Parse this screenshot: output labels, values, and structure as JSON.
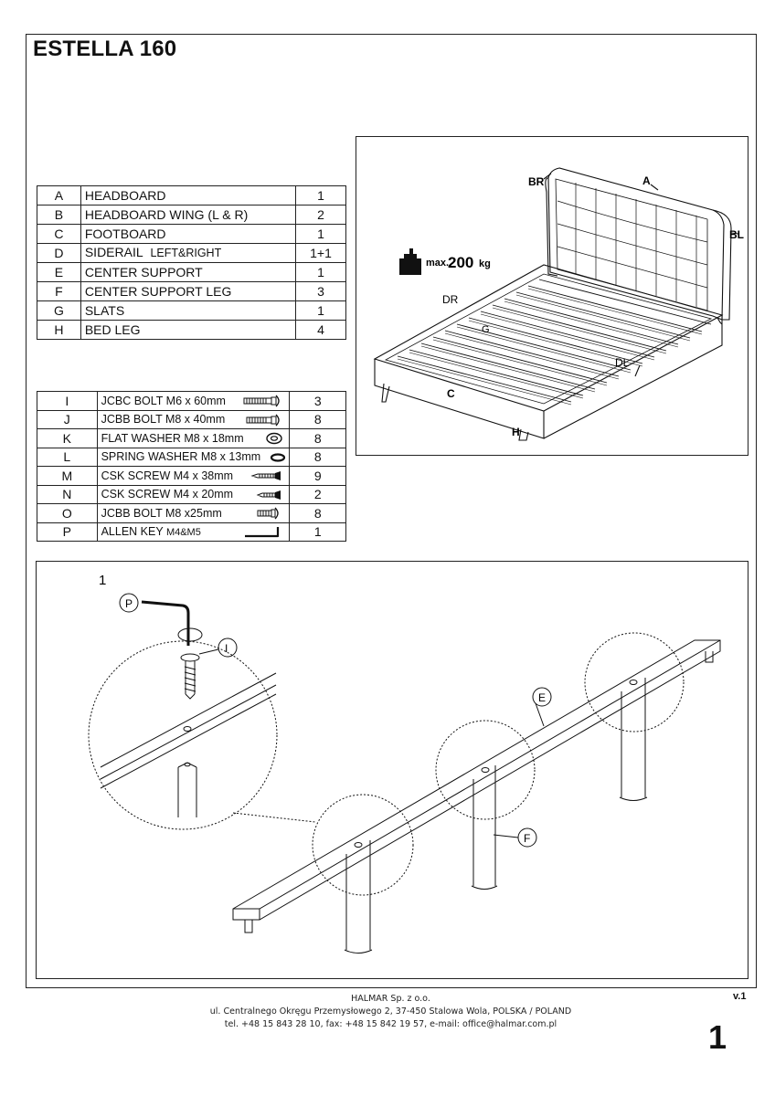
{
  "title": "ESTELLA 160",
  "parts": [
    {
      "code": "A",
      "name": "HEADBOARD",
      "qty": "1"
    },
    {
      "code": "B",
      "name": "HEADBOARD WING (L & R)",
      "qty": "2"
    },
    {
      "code": "C",
      "name": "FOOTBOARD",
      "qty": "1"
    },
    {
      "code": "D",
      "name": "SIDERAIL",
      "name_note": "LEFT&RIGHT",
      "qty": "1+1"
    },
    {
      "code": "E",
      "name": "CENTER SUPPORT",
      "qty": "1"
    },
    {
      "code": "F",
      "name": "CENTER SUPPORT LEG",
      "qty": "3"
    },
    {
      "code": "G",
      "name": "SLATS",
      "qty": "1"
    },
    {
      "code": "H",
      "name": "BED LEG",
      "qty": "4"
    }
  ],
  "hardware": [
    {
      "code": "I",
      "name": "JCBC BOLT M6 x 60mm",
      "qty": "3",
      "icon": "long-bolt-icon"
    },
    {
      "code": "J",
      "name": "JCBB BOLT M8 x 40mm",
      "qty": "8",
      "icon": "bolt-icon"
    },
    {
      "code": "K",
      "name": "FLAT WASHER M8 x 18mm",
      "qty": "8",
      "icon": "flat-washer-icon"
    },
    {
      "code": "L",
      "name": "SPRING WASHER M8 x 13mm",
      "qty": "8",
      "icon": "spring-washer-icon"
    },
    {
      "code": "M",
      "name": "CSK SCREW M4 x 38mm",
      "qty": "9",
      "icon": "screw-icon"
    },
    {
      "code": "N",
      "name": "CSK SCREW M4 x 20mm",
      "qty": "2",
      "icon": "short-screw-icon"
    },
    {
      "code": "O",
      "name": "JCBB BOLT M8 x25mm",
      "qty": "8",
      "icon": "short-bolt-icon"
    },
    {
      "code": "P",
      "name": "ALLEN KEY",
      "name_note": "M4&M5",
      "qty": "1",
      "icon": "allen-key-icon"
    }
  ],
  "bed_labels": {
    "br": "BR",
    "a": "A",
    "bl": "BL",
    "dr": "DR",
    "g": "G",
    "dl": "DL",
    "c": "C",
    "h": "H",
    "weight_prefix": "max.",
    "weight_value": "200",
    "weight_unit": "kg"
  },
  "step": {
    "number": "1",
    "labels": {
      "p": "P",
      "i": "I",
      "e": "E",
      "f": "F"
    }
  },
  "footer": {
    "company": "HALMAR Sp. z o.o.",
    "address": "ul. Centralnego Okręgu Przemysłowego 2, 37-450 Stalowa Wola, POLSKA / POLAND",
    "contact": "tel. +48 15 843 28 10, fax: +48 15 842 19 57, e-mail: office@halmar.com.pl"
  },
  "version": "v.1",
  "page_number": "1"
}
